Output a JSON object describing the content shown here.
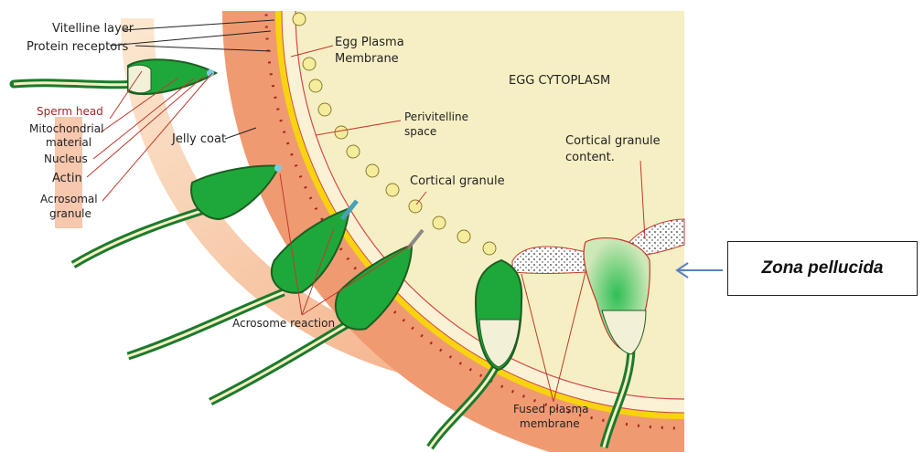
{
  "labels": {
    "vitelline_layer": "Vitelline layer",
    "protein_receptors": "Protein receptors",
    "egg_plasma_membrane_1": "Egg Plasma",
    "egg_plasma_membrane_2": "Membrane",
    "egg_cytoplasm": "EGG CYTOPLASM",
    "perivitelline_1": "Perivitelline",
    "perivitelline_2": "space",
    "cortical_granule": "Cortical granule",
    "cortical_content_1": "Cortical granule",
    "cortical_content_2": "content.",
    "sperm_head": "Sperm head",
    "mitochondrial_1": "Mitochondrial",
    "mitochondrial_2": "material",
    "nucleus": "Nucleus",
    "actin": "Actin",
    "acrosomal_1": "Acrosomal",
    "acrosomal_2": "granule",
    "jelly_coat": "Jelly coat",
    "acrosome_reaction": "Acrosome reaction",
    "fused_1": "Fused plasma",
    "fused_2": "membrane"
  },
  "callout": {
    "text": "Zona pellucida"
  },
  "colors": {
    "cytoplasm": "#f6efc4",
    "jelly_layer": "#f09a72",
    "vitelline": "#f7d40f",
    "sperm_green": "#1fa83a",
    "arrow": "#f4b38a",
    "arrow_callout": "#5b7fc4"
  }
}
